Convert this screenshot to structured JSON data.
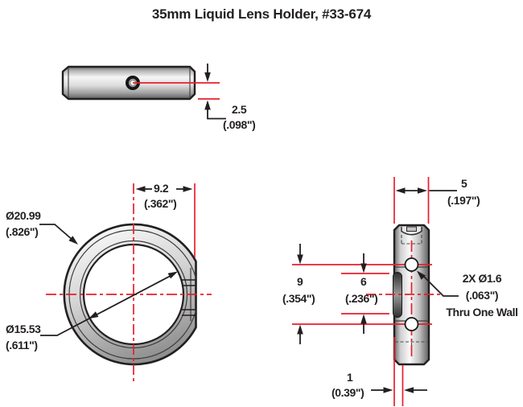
{
  "title": "35mm Liquid Lens Holder, #33-674",
  "colors": {
    "accent_red": "#e81e2d",
    "line_dark": "#231f20"
  },
  "views": {
    "top": {
      "thickness": {
        "mm": "2.5",
        "inch": "(.098\")"
      }
    },
    "front": {
      "flat_offset": {
        "mm": "9.2",
        "inch": "(.362\")"
      },
      "outer_diameter": {
        "mm": "Ø20.99",
        "inch": "(.826\")"
      },
      "inner_diameter": {
        "mm": "Ø15.53",
        "inch": "(.611\")"
      }
    },
    "side": {
      "width": {
        "mm": "5",
        "inch": "(.197\")"
      },
      "hole_spacing": {
        "mm": "9",
        "inch": "(.354\")"
      },
      "slot_length": {
        "mm": "6",
        "inch": "(.236\")"
      },
      "wall": {
        "mm": "1",
        "inch": "(0.39\")"
      },
      "holes_note": {
        "line1": "2X Ø1.6",
        "line2": "(.063\")",
        "line3": "Thru One Wall"
      }
    }
  }
}
